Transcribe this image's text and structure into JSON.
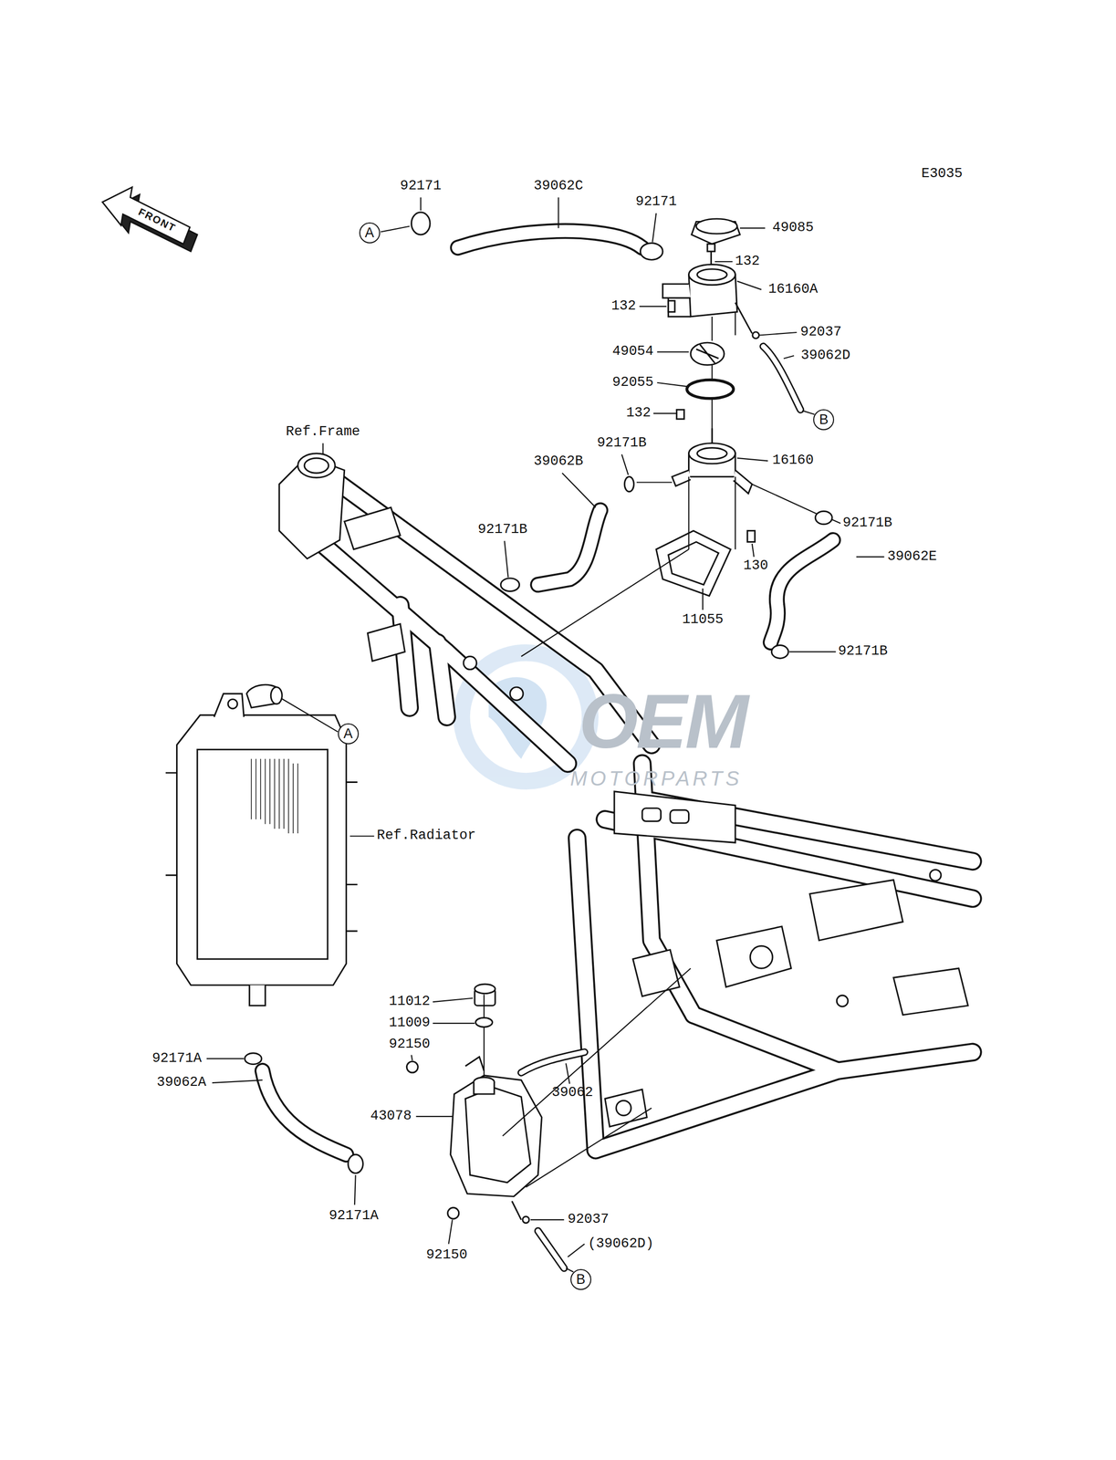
{
  "diagram": {
    "nodes": [
      {
        "text": [
          "A"
        ]
      },
      {
        "text": [
          "B"
        ]
      },
      {
        "text": [
          "A"
        ]
      },
      {
        "text": [
          "B"
        ]
      }
    ],
    "labels": [
      "FRONT",
      "E3035",
      "92171",
      "39062C",
      "92171",
      "49085",
      "132",
      "16160A",
      "132",
      "92037",
      "49054",
      "39062D",
      "92055",
      "132",
      "Ref.Frame",
      "92171B",
      "16160",
      "39062B",
      "92171B",
      "92171B",
      "39062E",
      "130",
      "11055",
      "92171B",
      "OEM",
      "MOTORPARTS",
      "Ref.Radiator",
      "11012",
      "11009",
      "92150",
      "92171A",
      "39062A",
      "39062",
      "43078",
      "92171A",
      "92037",
      "(39062D)",
      "92150"
    ]
  }
}
